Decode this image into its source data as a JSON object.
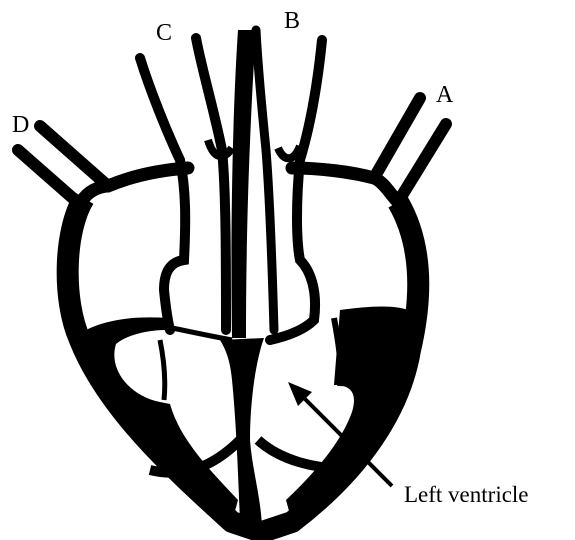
{
  "labels": {
    "a": "A",
    "b": "B",
    "c": "C",
    "d": "D",
    "left_ventricle": "Left ventricle"
  },
  "colors": {
    "ink": "#000000",
    "background": "#ffffff"
  }
}
